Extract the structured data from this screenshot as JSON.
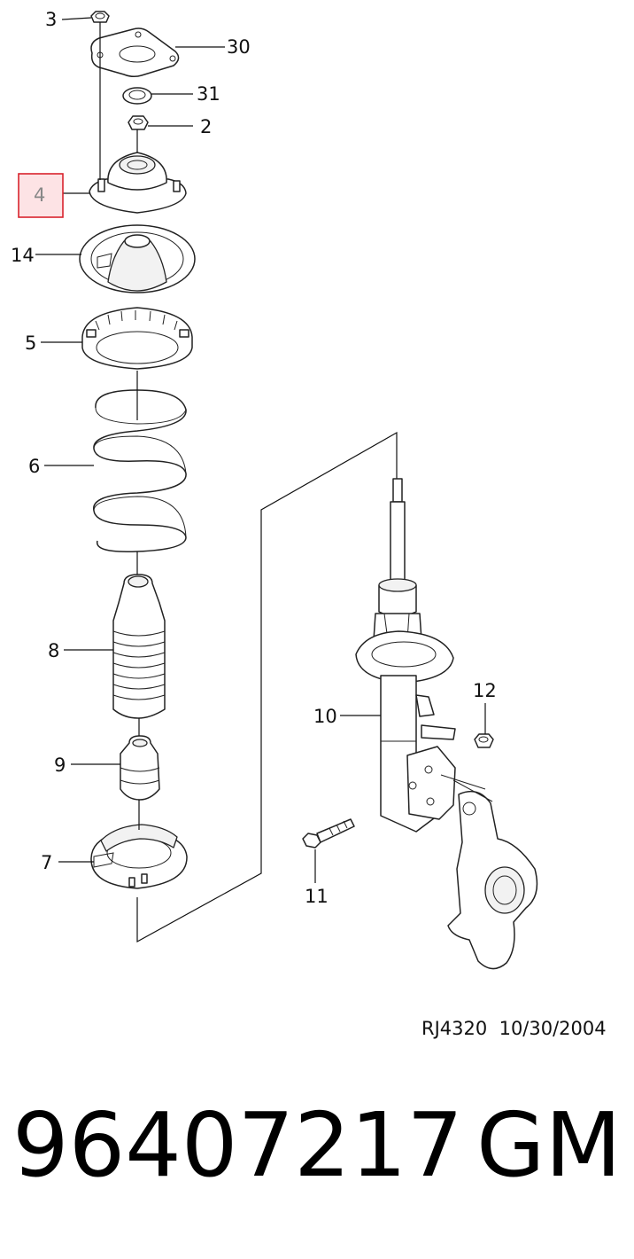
{
  "diagram": {
    "callouts": [
      {
        "id": "3",
        "label": "3"
      },
      {
        "id": "30",
        "label": "30"
      },
      {
        "id": "31",
        "label": "31"
      },
      {
        "id": "2",
        "label": "2"
      },
      {
        "id": "4",
        "label": "4",
        "highlighted": true
      },
      {
        "id": "14",
        "label": "14"
      },
      {
        "id": "5",
        "label": "5"
      },
      {
        "id": "6",
        "label": "6"
      },
      {
        "id": "8",
        "label": "8"
      },
      {
        "id": "9",
        "label": "9"
      },
      {
        "id": "7",
        "label": "7"
      },
      {
        "id": "10",
        "label": "10"
      },
      {
        "id": "12",
        "label": "12"
      },
      {
        "id": "11",
        "label": "11"
      }
    ],
    "highlight_color": "#d9232d",
    "highlight_fill": "#fde3e5"
  },
  "footer": {
    "reference": "RJ4320  10/30/2004",
    "part_number": "96407217",
    "manufacturer": "GM"
  }
}
